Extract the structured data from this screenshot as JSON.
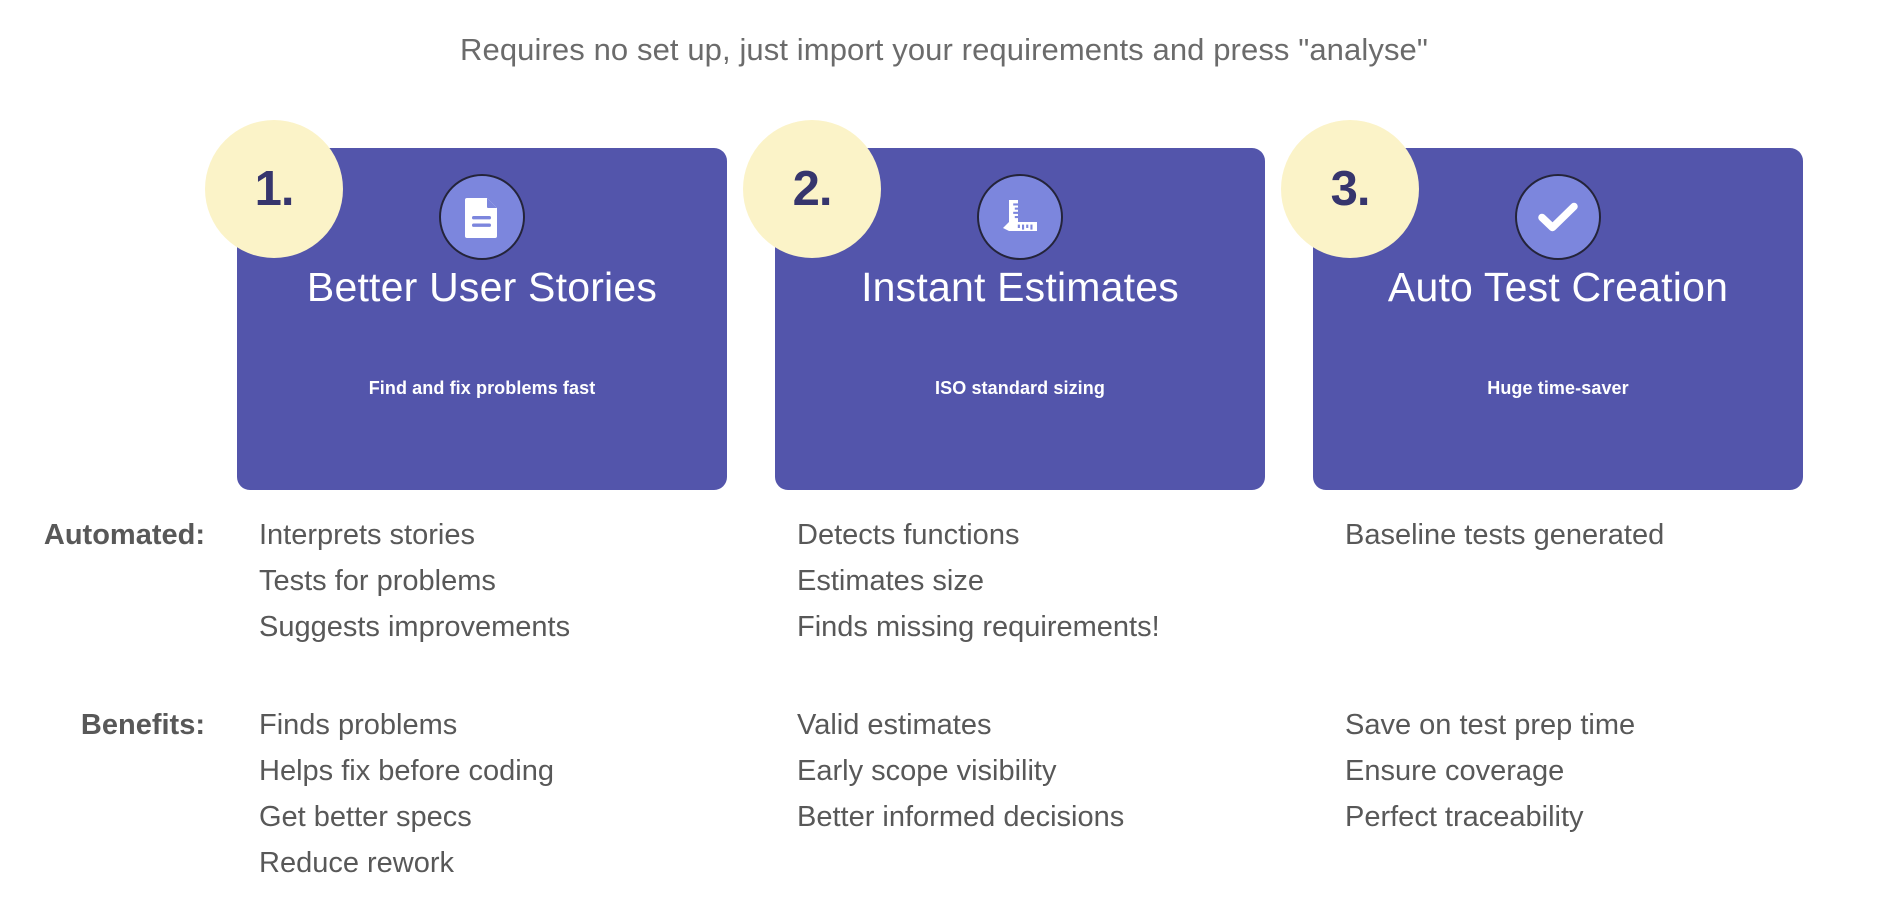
{
  "header": {
    "tagline": "Requires no set up, just import your requirements and press \"analyse\""
  },
  "colors": {
    "card_bg": "#5355ab",
    "badge_bg": "#fbf3c8",
    "badge_text": "#36356d",
    "icon_circle_bg": "#7c86dd",
    "icon_circle_border": "#24243a",
    "body_text": "#585858",
    "headline_text": "#6b6b6b",
    "page_bg": "#ffffff"
  },
  "cards": [
    {
      "number": "1.",
      "icon": "document-icon",
      "title": "Better User Stories",
      "subtitle": "Find and fix problems fast"
    },
    {
      "number": "2.",
      "icon": "ruler-icon",
      "title": "Instant Estimates",
      "subtitle": "ISO standard sizing"
    },
    {
      "number": "3.",
      "icon": "check-icon",
      "title": "Auto Test Creation",
      "subtitle": "Huge time-saver"
    }
  ],
  "rows": [
    {
      "label": "Automated:",
      "columns": [
        [
          "Interprets stories",
          "Tests for problems",
          "Suggests improvements"
        ],
        [
          "Detects functions",
          "Estimates size",
          "Finds missing requirements!"
        ],
        [
          "Baseline tests generated"
        ]
      ]
    },
    {
      "label": "Benefits:",
      "columns": [
        [
          "Finds problems",
          "Helps fix before coding",
          "Get better specs",
          "Reduce rework"
        ],
        [
          "Valid estimates",
          "Early scope visibility",
          "Better informed decisions"
        ],
        [
          "Save on test prep time",
          "Ensure coverage",
          "Perfect traceability"
        ]
      ]
    }
  ]
}
